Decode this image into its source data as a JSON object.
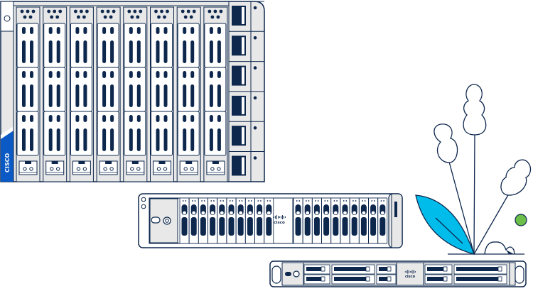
{
  "illustration": {
    "chassis": {
      "brand_label": "CISCO",
      "blade_count": 8,
      "psu_count": 6
    },
    "rack_server_2u": {
      "brand_label": "cisco",
      "drive_count": 20
    },
    "rack_server_1u": {
      "brand_label": "cisco",
      "drive_bays": 10
    }
  },
  "colors": {
    "outline": "#0d274d",
    "panel": "#e8e8e8",
    "brand_blue": "#0a59c4",
    "leaf": "#00bceb",
    "dot_green": "#6cc04a",
    "background": "#ffffff"
  }
}
